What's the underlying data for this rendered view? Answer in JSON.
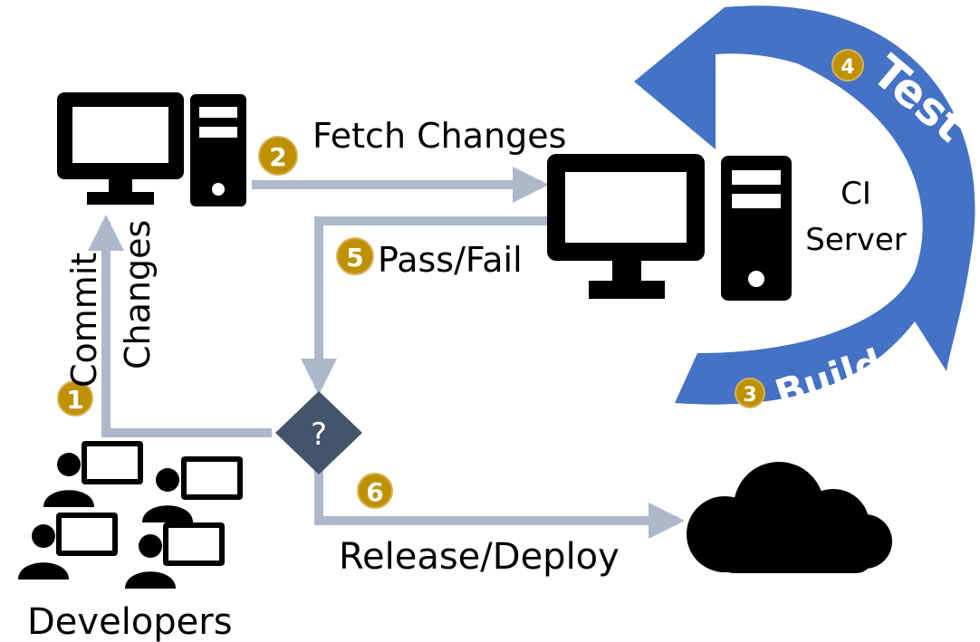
{
  "labels": {
    "fetch": "Fetch Changes",
    "commit": "Commit",
    "changes": "Changes",
    "pass_fail": "Pass/Fail",
    "ci": "CI",
    "server": "Server",
    "release": "Release/Deploy",
    "developers": "Developers",
    "decision": "?"
  },
  "cycle": {
    "test": "Test",
    "build": "Build"
  },
  "steps": [
    "1",
    "2",
    "3",
    "4",
    "5",
    "6"
  ],
  "colors": {
    "arrow": "#adb9ca",
    "cycle": "#4472c4",
    "badge": "#bf9000",
    "decision": "#44546a",
    "icon": "#000000"
  }
}
